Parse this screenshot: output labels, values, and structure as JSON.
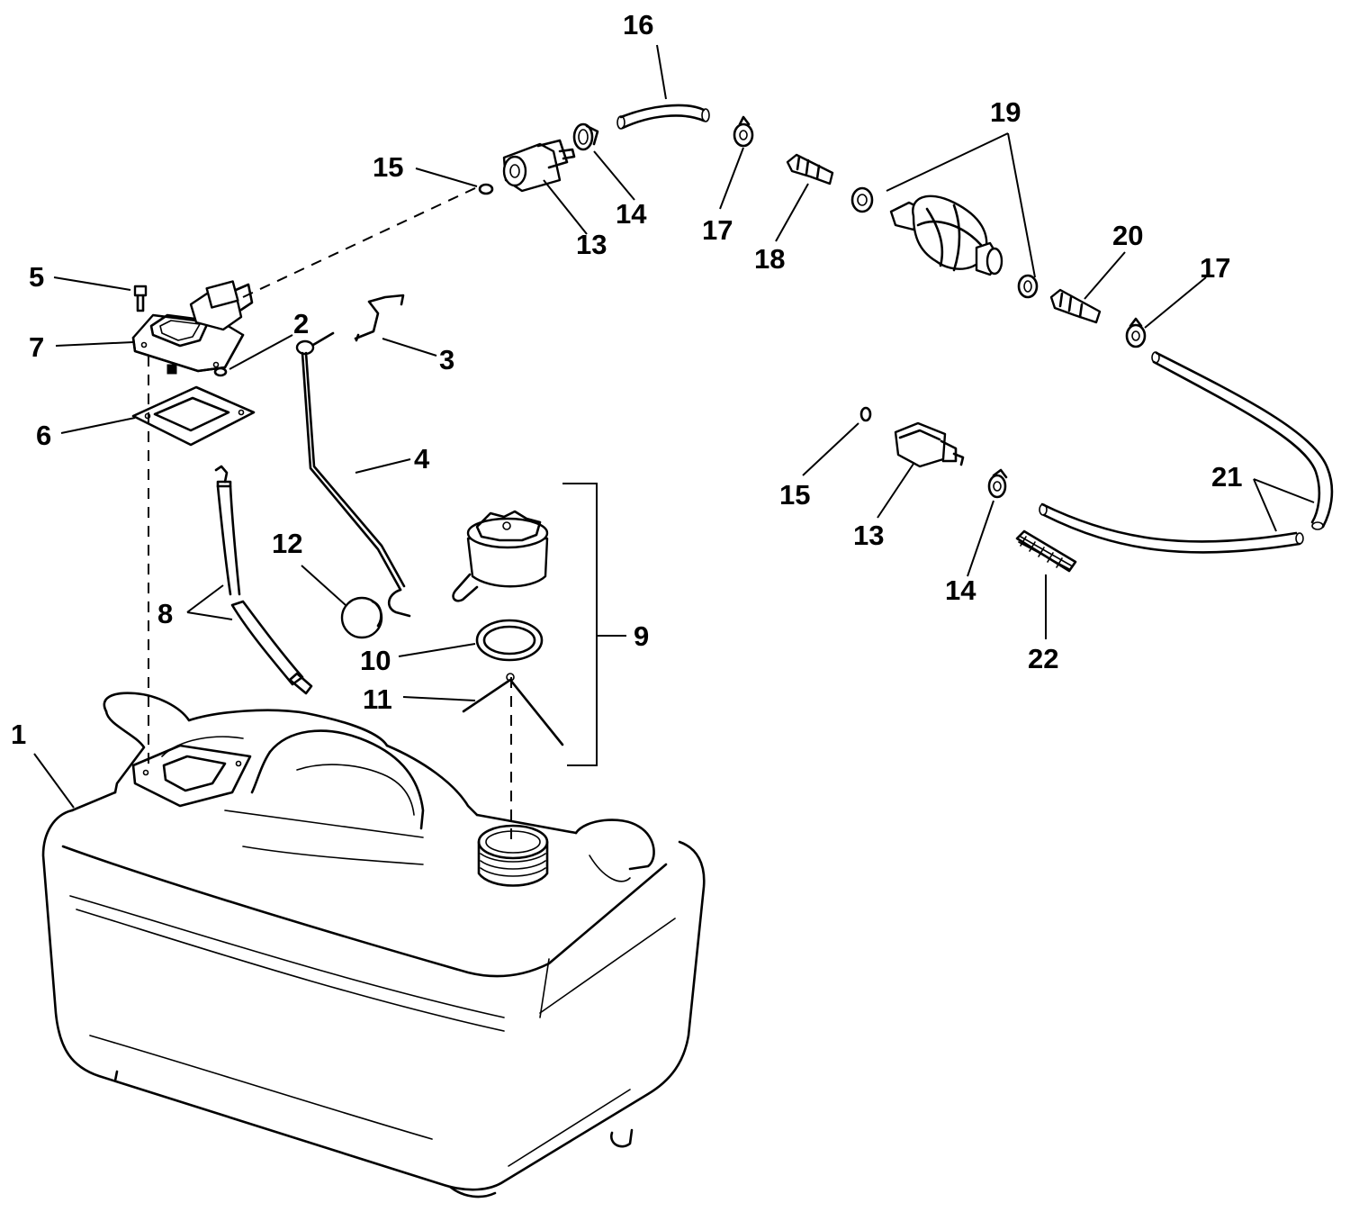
{
  "callouts": {
    "c1": "1",
    "c2": "2",
    "c3": "3",
    "c4": "4",
    "c5": "5",
    "c6": "6",
    "c7": "7",
    "c8": "8",
    "c9": "9",
    "c10": "10",
    "c11": "11",
    "c12": "12",
    "c13a": "13",
    "c13b": "13",
    "c14a": "14",
    "c14b": "14",
    "c15a": "15",
    "c15b": "15",
    "c16": "16",
    "c17a": "17",
    "c17b": "17",
    "c18": "18",
    "c19": "19",
    "c20": "20",
    "c21": "21",
    "c22": "22"
  }
}
